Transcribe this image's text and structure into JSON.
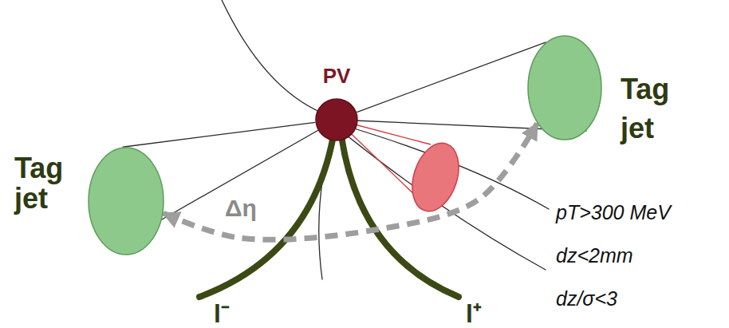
{
  "diagram": {
    "nodes": [
      {
        "text": [
          "PV"
        ]
      },
      {
        "text": [
          "Tag jet"
        ]
      },
      {
        "text": [
          "Tag jet"
        ]
      }
    ],
    "edges": [
      {
        "from": 1,
        "to": 2,
        "label": "Δη",
        "arrow": "both"
      },
      {
        "from": 0,
        "to": 1,
        "arrow": "none"
      },
      {
        "from": 0,
        "to": 2,
        "arrow": "none"
      }
    ],
    "labels": [
      "l⁻",
      "l⁺",
      "pT>300 MeV",
      "dz<2mm",
      "dz/σ<3"
    ]
  }
}
